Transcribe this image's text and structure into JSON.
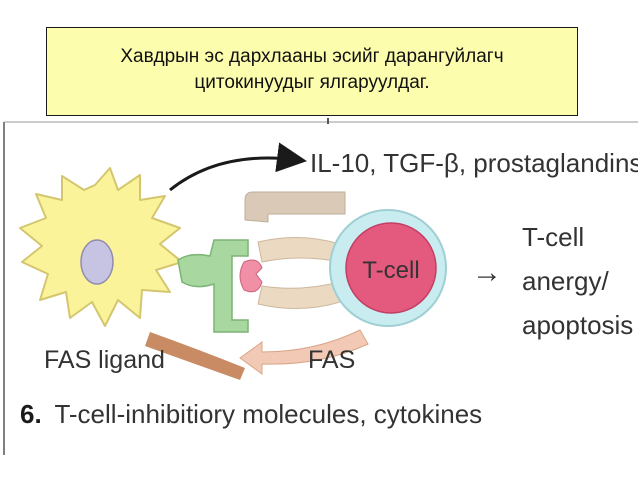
{
  "caption": {
    "line1": "Хавдрын эс дархлааны эсийг дарангуйлагч",
    "line2": "цитокинуудыг ялгаруулдаг."
  },
  "figure": {
    "secreted_label": "IL-10, TGF-β, prostaglandins",
    "tcell_label": "T-cell",
    "outcome_lines": [
      "T-cell",
      "anergy/",
      "apoptosis"
    ],
    "outcome_arrow": "→",
    "fas_ligand_label": "FAS ligand",
    "fas_label": "FAS",
    "title_number": "6.",
    "title_text": "T-cell-inhibitiory molecules, cytokines"
  },
  "colors": {
    "caption_bg": "#fdfdae",
    "tumor_cell": "#fbf39a",
    "tumor_nucleus": "#c7c4e3",
    "tcell_ring": "#c8ecef",
    "tcell_core": "#e45a7e",
    "receptor": "#a8d8a0",
    "tcr": "#ecd9c2",
    "fas_arrow": "#c88b63"
  }
}
